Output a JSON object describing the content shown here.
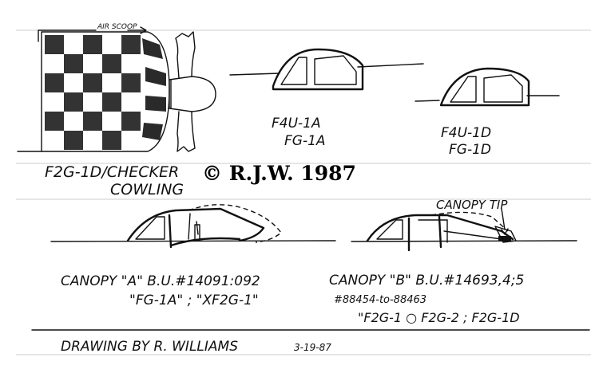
{
  "labels": {
    "air_scoop": "AIR SCOOP",
    "cowling_line1": "F2G-1D/CHECKER",
    "cowling_line2": "COWLING",
    "canopy_1a_line1": "F4U-1A",
    "canopy_1a_line2": "FG-1A",
    "canopy_1d_line1": "F4U-1D",
    "canopy_1d_line2": "FG-1D",
    "copyright": "© R.J.W. 1987",
    "canopy_tip": "CANOPY TIP",
    "canopy_a_line1": "CANOPY \"A\" B.U.#14091:092",
    "canopy_a_line2": "\"FG-1A\" ; \"XF2G-1\"",
    "canopy_b_line1": "CANOPY \"B\" B.U.#14693,4;5",
    "canopy_b_line2": "#88454-to-88463",
    "canopy_b_line3": "\"F2G-1 ○ F2G-2 ; F2G-1D",
    "drawing_by": "DRAWING BY R. WILLIAMS",
    "date": "3-19-87"
  }
}
